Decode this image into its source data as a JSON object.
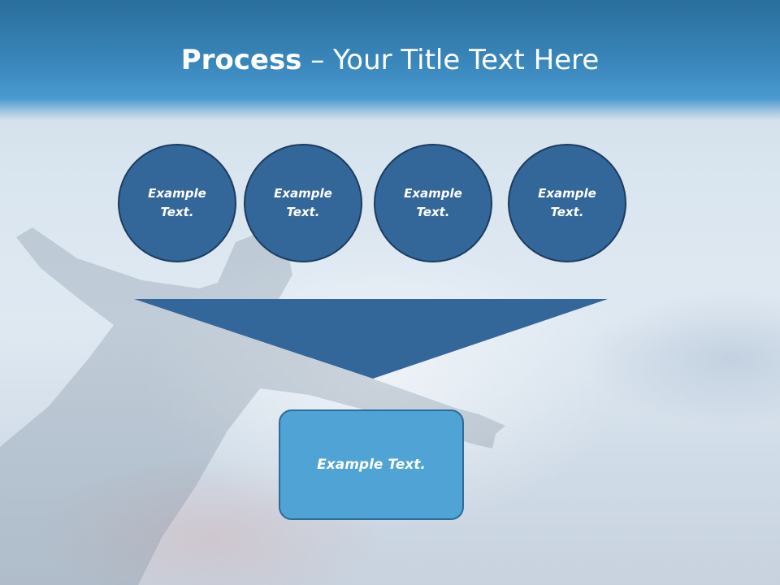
{
  "slide": {
    "title_bold": "Process",
    "title_rest": " – Your Title Text Here",
    "steps": [
      {
        "line1": "Example",
        "line2": "Text."
      },
      {
        "line1": "Example",
        "line2": "Text."
      },
      {
        "line1": "Example",
        "line2": "Text."
      },
      {
        "line1": "Example",
        "line2": "Text."
      }
    ],
    "result_text": "Example Text."
  },
  "colors": {
    "header_blue": "#3a88bd",
    "circle_fill": "#336699",
    "circle_border": "#1c3d5e",
    "funnel_fill": "#336699",
    "result_fill": "#4fa3d5",
    "result_border": "#2e6c96",
    "text": "#ffffff"
  }
}
